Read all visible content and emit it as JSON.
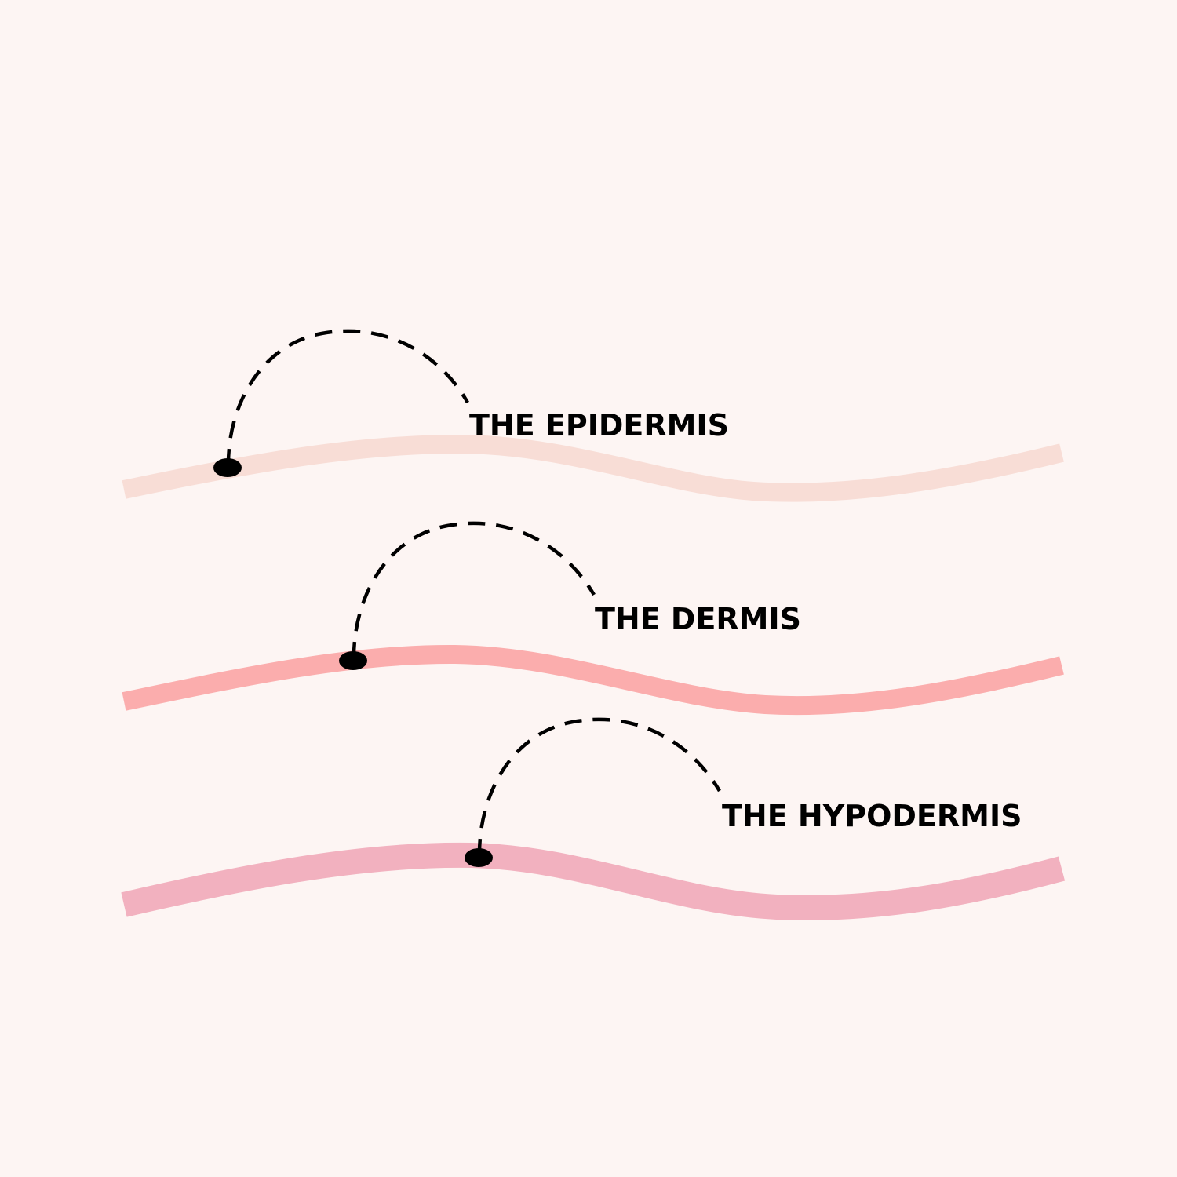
{
  "background_color": "#fdf5f3",
  "layers": [
    {
      "label": "THE EPIDERMIS",
      "color": "#f8ddd6"
    },
    {
      "label": "THE DERMIS",
      "color": "#fbadad"
    },
    {
      "label": "THE HYPODERMIS",
      "color": "#f2b1bf"
    }
  ]
}
